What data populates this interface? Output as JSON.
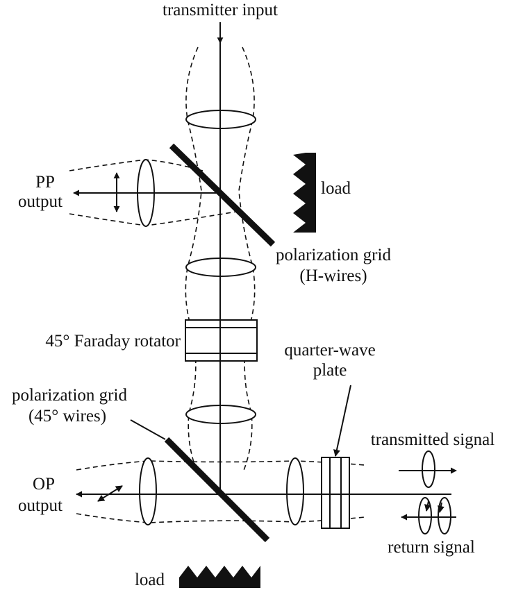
{
  "labels": {
    "transmitter_input": "transmitter input",
    "pp_output_line1": "PP",
    "pp_output_line2": "output",
    "load_top": "load",
    "grid_h_line1": "polarization grid",
    "grid_h_line2": "(H-wires)",
    "faraday_rotator": "45° Faraday rotator",
    "quarter_wave_line1": "quarter-wave",
    "quarter_wave_line2": "plate",
    "grid_45_line1": "polarization grid",
    "grid_45_line2": "(45° wires)",
    "transmitted_signal": "transmitted signal",
    "op_output_line1": "OP",
    "op_output_line2": "output",
    "return_signal": "return signal",
    "load_bottom": "load"
  },
  "colors": {
    "ink": "#111111",
    "background": "#ffffff"
  }
}
